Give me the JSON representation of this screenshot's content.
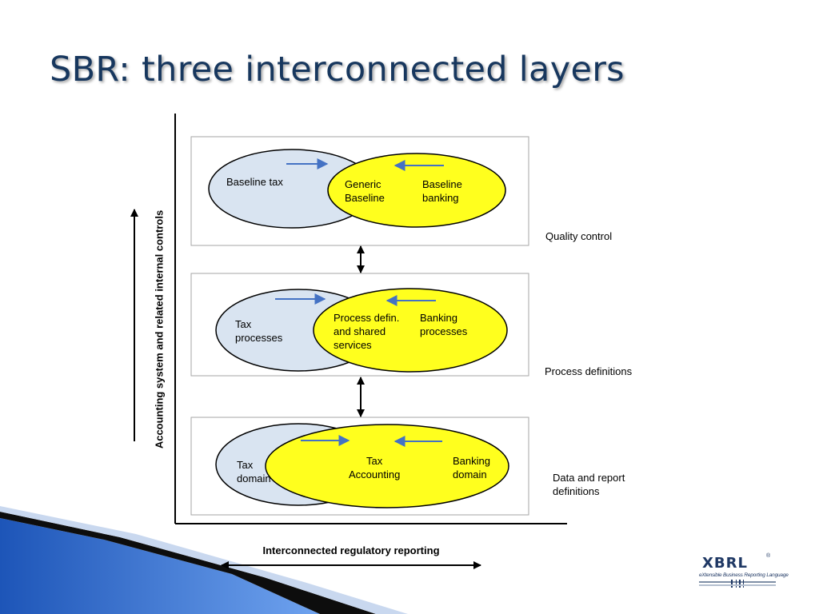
{
  "slide": {
    "title": "SBR: three interconnected layers",
    "vertical_axis_label": "Accounting system and related internal controls",
    "horizontal_axis_label": "Interconnected regulatory reporting"
  },
  "layers": {
    "top": {
      "left_label": "Baseline tax",
      "overlap_label": "Generic\nBaseline",
      "right_label": "Baseline\nbanking",
      "side_label": "Quality control"
    },
    "middle": {
      "left_label": "Tax\nprocesses",
      "overlap_label": "Process defin.\nand shared\nservices",
      "right_label": "Banking\nprocesses",
      "side_label": "Process definitions"
    },
    "bottom": {
      "left_label": "Tax\ndomain",
      "overlap_label": "Tax\nAccounting",
      "right_label": "Banking\ndomain",
      "side_label": "Data and report\ndefinitions"
    }
  },
  "logo": {
    "text": "XBRL",
    "mark": "®",
    "tagline": "eXtensible Business Reporting Language"
  },
  "colors": {
    "title": "#17375e",
    "tax_ellipse_fill": "#d9e4f1",
    "banking_ellipse_fill": "#ffff1e",
    "flow_arrow": "#4472c4",
    "box_border": "#a6a6a6",
    "corner_swoosh": "#2e6bd1"
  }
}
